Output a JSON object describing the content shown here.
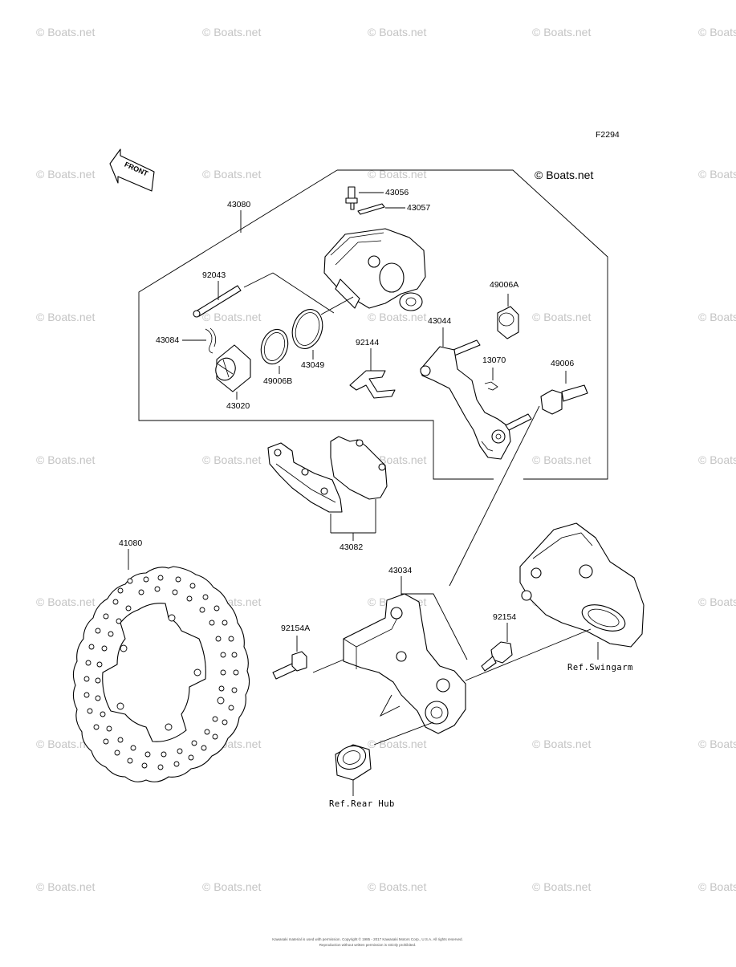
{
  "figure_code": "F2294",
  "copyright": "© Boats.net",
  "watermark": "© Boats.net",
  "front_label": "FRONT",
  "parts": {
    "p43080": "43080",
    "p43056": "43056",
    "p43057": "43057",
    "p92043": "92043",
    "p49006A": "49006A",
    "p43084": "43084",
    "p43044": "43044",
    "p43049": "43049",
    "p92144": "92144",
    "p13070": "13070",
    "p49006": "49006",
    "p49006B": "49006B",
    "p43020": "43020",
    "p43082": "43082",
    "p41080": "41080",
    "p43034": "43034",
    "p92154A": "92154A",
    "p92154": "92154"
  },
  "refs": {
    "swingarm": "Ref.Swingarm",
    "rear_hub": "Ref.Rear Hub"
  },
  "footer": {
    "line1": "Kawasaki material is used with permission. Copyright © 1985 - 2017 Kawasaki Motors Corp., U.S.A. All rights reserved.",
    "line2": "Reproduction without written permission is strictly prohibited."
  }
}
